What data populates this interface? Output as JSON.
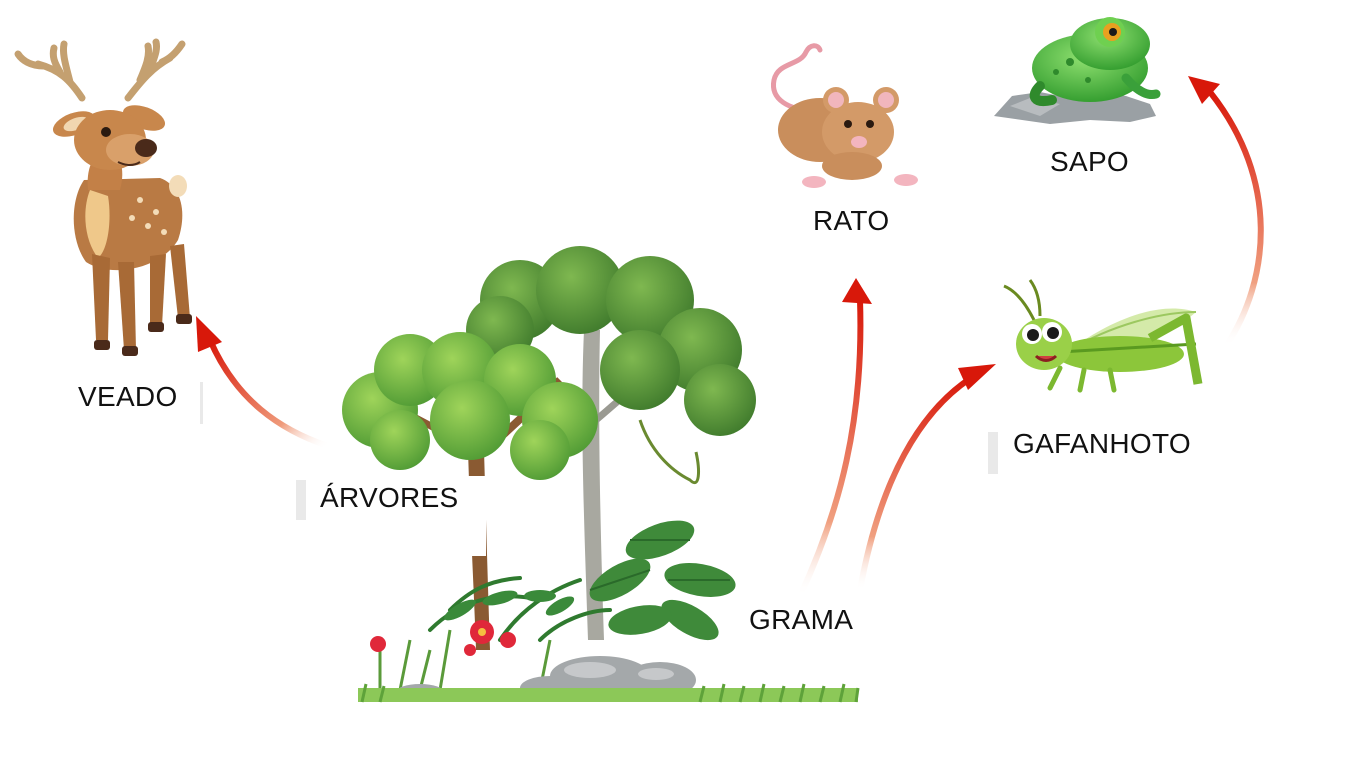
{
  "organisms": {
    "deer": "VEADO",
    "trees": "ÁRVORES",
    "grass": "GRAMA",
    "rat": "RATO",
    "frog": "SAPO",
    "grasshopper": "GAFANHOTO"
  },
  "icons": {
    "deer": "deer-icon",
    "trees": "forest-icon",
    "rat": "rat-icon",
    "frog": "frog-icon",
    "grasshopper": "grasshopper-icon",
    "arrow": "red-arrow-icon"
  },
  "colors": {
    "arrow": "#e02010",
    "arrow_dark": "#c4140a",
    "leaf_dark": "#4a8a32",
    "leaf_light": "#8cc84a",
    "label_text": "#111111"
  }
}
